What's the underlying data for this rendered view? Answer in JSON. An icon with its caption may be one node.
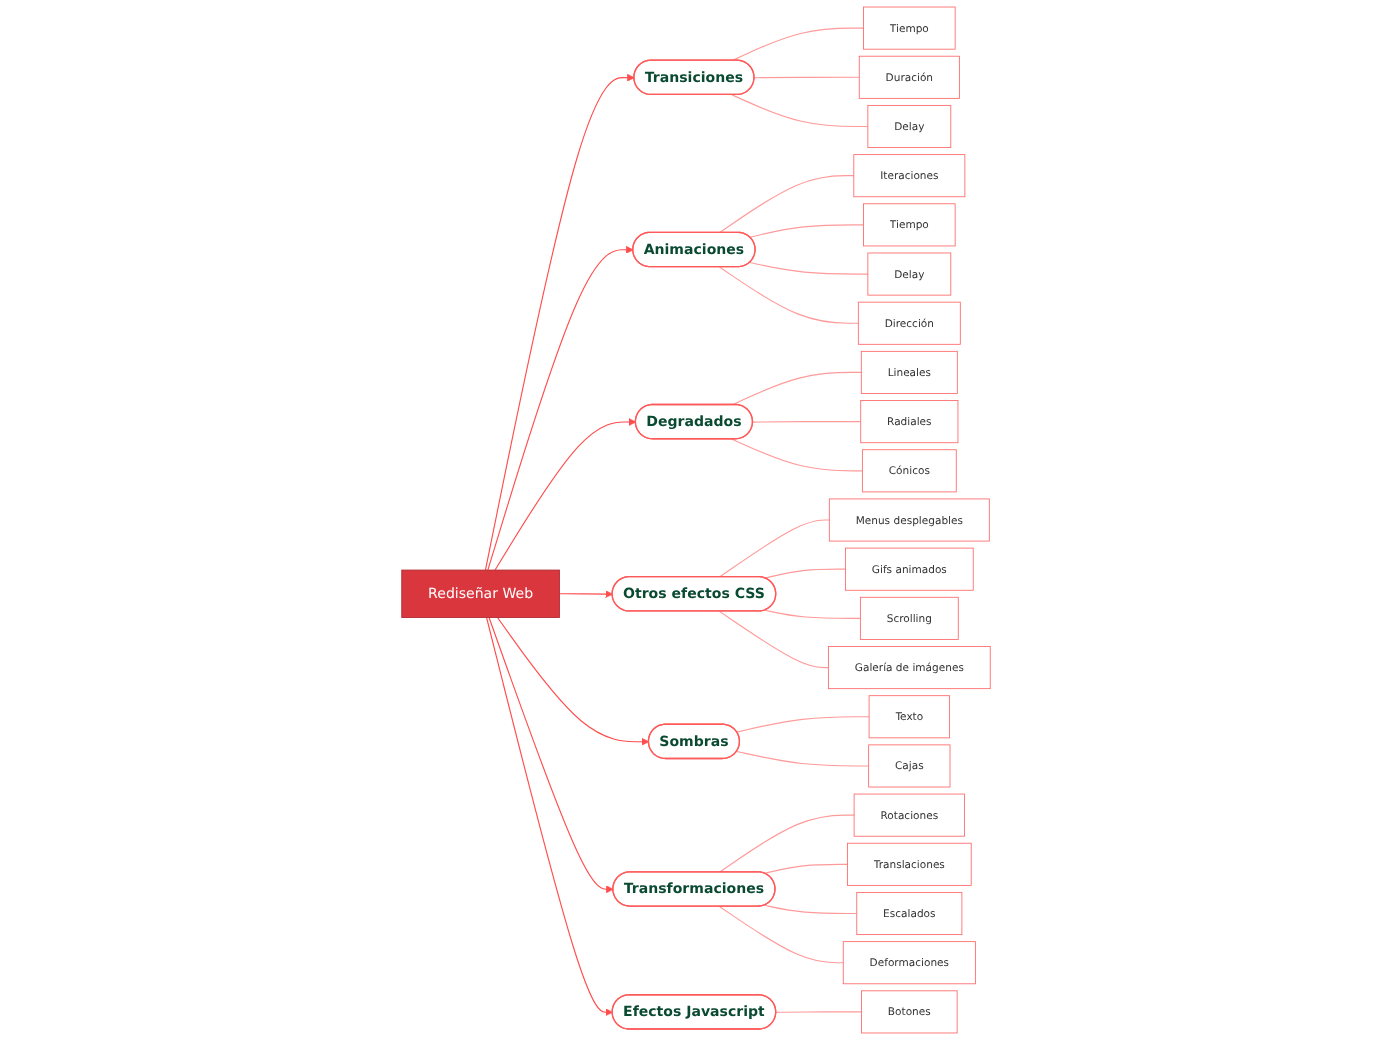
{
  "diagram": {
    "nodes": [
      {
        "text": [
          "Rediseñar Web"
        ]
      },
      {
        "text": [
          "Transiciones"
        ]
      },
      {
        "text": [
          "Tiempo"
        ]
      },
      {
        "text": [
          "Duración"
        ]
      },
      {
        "text": [
          "Delay"
        ]
      },
      {
        "text": [
          "Animaciones"
        ]
      },
      {
        "text": [
          "Iteraciones"
        ]
      },
      {
        "text": [
          "Tiempo"
        ]
      },
      {
        "text": [
          "Delay"
        ]
      },
      {
        "text": [
          "Dirección"
        ]
      },
      {
        "text": [
          "Degradados"
        ]
      },
      {
        "text": [
          "Lineales"
        ]
      },
      {
        "text": [
          "Radiales"
        ]
      },
      {
        "text": [
          "Cónicos"
        ]
      },
      {
        "text": [
          "Otros efectos CSS"
        ]
      },
      {
        "text": [
          "Menus desplegables"
        ]
      },
      {
        "text": [
          "Gifs animados"
        ]
      },
      {
        "text": [
          "Scrolling"
        ]
      },
      {
        "text": [
          "Galería de imágenes"
        ]
      },
      {
        "text": [
          "Sombras"
        ]
      },
      {
        "text": [
          "Texto"
        ]
      },
      {
        "text": [
          "Cajas"
        ]
      },
      {
        "text": [
          "Transformaciones"
        ]
      },
      {
        "text": [
          "Rotaciones"
        ]
      },
      {
        "text": [
          "Translaciones"
        ]
      },
      {
        "text": [
          "Escalados"
        ]
      },
      {
        "text": [
          "Deformaciones"
        ]
      },
      {
        "text": [
          "Efectos Javascript"
        ]
      },
      {
        "text": [
          "Botones"
        ]
      }
    ],
    "edges": [
      {
        "from": 0,
        "to": 1,
        "arrow": "to"
      },
      {
        "from": 1,
        "to": 2,
        "arrow": "none"
      },
      {
        "from": 1,
        "to": 3,
        "arrow": "none"
      },
      {
        "from": 1,
        "to": 4,
        "arrow": "none"
      },
      {
        "from": 0,
        "to": 5,
        "arrow": "to"
      },
      {
        "from": 5,
        "to": 6,
        "arrow": "none"
      },
      {
        "from": 5,
        "to": 7,
        "arrow": "none"
      },
      {
        "from": 5,
        "to": 8,
        "arrow": "none"
      },
      {
        "from": 5,
        "to": 9,
        "arrow": "none"
      },
      {
        "from": 0,
        "to": 10,
        "arrow": "to"
      },
      {
        "from": 10,
        "to": 11,
        "arrow": "none"
      },
      {
        "from": 10,
        "to": 12,
        "arrow": "none"
      },
      {
        "from": 10,
        "to": 13,
        "arrow": "none"
      },
      {
        "from": 0,
        "to": 14,
        "arrow": "to"
      },
      {
        "from": 14,
        "to": 15,
        "arrow": "none"
      },
      {
        "from": 14,
        "to": 16,
        "arrow": "none"
      },
      {
        "from": 14,
        "to": 17,
        "arrow": "none"
      },
      {
        "from": 14,
        "to": 18,
        "arrow": "none"
      },
      {
        "from": 0,
        "to": 19,
        "arrow": "to"
      },
      {
        "from": 19,
        "to": 20,
        "arrow": "none"
      },
      {
        "from": 19,
        "to": 21,
        "arrow": "none"
      },
      {
        "from": 0,
        "to": 22,
        "arrow": "to"
      },
      {
        "from": 22,
        "to": 23,
        "arrow": "none"
      },
      {
        "from": 22,
        "to": 24,
        "arrow": "none"
      },
      {
        "from": 22,
        "to": 25,
        "arrow": "none"
      },
      {
        "from": 22,
        "to": 26,
        "arrow": "none"
      },
      {
        "from": 0,
        "to": 27,
        "arrow": "to"
      },
      {
        "from": 27,
        "to": 28,
        "arrow": "none"
      }
    ]
  }
}
